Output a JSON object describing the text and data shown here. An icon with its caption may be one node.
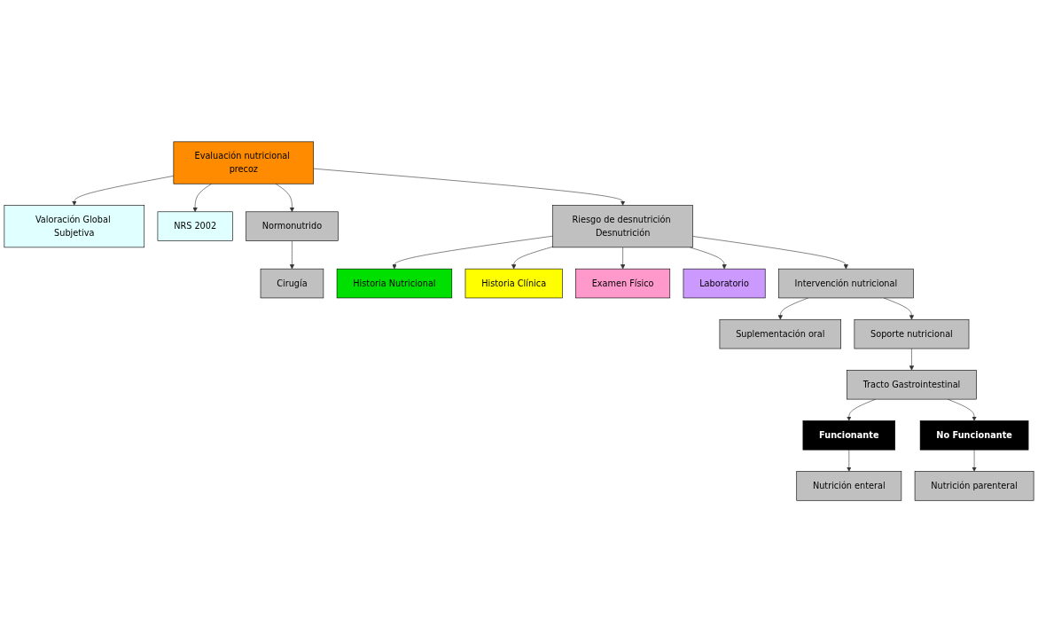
{
  "diagram": {
    "nodes": [
      {
        "text": [
          "Evaluación nutricional precoz"
        ]
      },
      {
        "text": [
          "Valoración Global Subjetiva"
        ]
      },
      {
        "text": [
          "NRS 2002"
        ]
      },
      {
        "text": [
          "Normonutrido"
        ]
      },
      {
        "text": [
          "Riesgo de desnutrición Desnutrición"
        ]
      },
      {
        "text": [
          "Historia Nutricional"
        ]
      },
      {
        "text": [
          "Historia Clínica"
        ]
      },
      {
        "text": [
          "Examen Físico"
        ]
      },
      {
        "text": [
          "Laboratorio"
        ]
      },
      {
        "text": [
          "Cirugía"
        ]
      },
      {
        "text": [
          "Intervención nutricional"
        ]
      },
      {
        "text": [
          "Suplementación oral"
        ]
      },
      {
        "text": [
          "Soporte nutricional"
        ]
      },
      {
        "text": [
          "Tracto Gastrointestinal"
        ]
      },
      {
        "text": [
          "Funcionante"
        ]
      },
      {
        "text": [
          "No Funcionante"
        ]
      },
      {
        "text": [
          "Nutrición enteral"
        ]
      },
      {
        "text": [
          "Nutrición parenteral"
        ]
      }
    ],
    "edges": [
      {
        "from": 0,
        "to": 1,
        "arrow": "to"
      },
      {
        "from": 0,
        "to": 2,
        "arrow": "to"
      },
      {
        "from": 0,
        "to": 3,
        "arrow": "to"
      },
      {
        "from": 0,
        "to": 4,
        "arrow": "to"
      },
      {
        "from": 4,
        "to": 5,
        "arrow": "to"
      },
      {
        "from": 4,
        "to": 6,
        "arrow": "to"
      },
      {
        "from": 4,
        "to": 7,
        "arrow": "to"
      },
      {
        "from": 4,
        "to": 8,
        "arrow": "to"
      },
      {
        "from": 3,
        "to": 9,
        "arrow": "to"
      },
      {
        "from": 4,
        "to": 10,
        "arrow": "to"
      },
      {
        "from": 10,
        "to": 11,
        "arrow": "to"
      },
      {
        "from": 10,
        "to": 12,
        "arrow": "to"
      },
      {
        "from": 12,
        "to": 13,
        "arrow": "to"
      },
      {
        "from": 13,
        "to": 14,
        "arrow": "to"
      },
      {
        "from": 13,
        "to": 15,
        "arrow": "to"
      },
      {
        "from": 14,
        "to": 16,
        "arrow": "to"
      },
      {
        "from": 15,
        "to": 17,
        "arrow": "to"
      }
    ]
  }
}
